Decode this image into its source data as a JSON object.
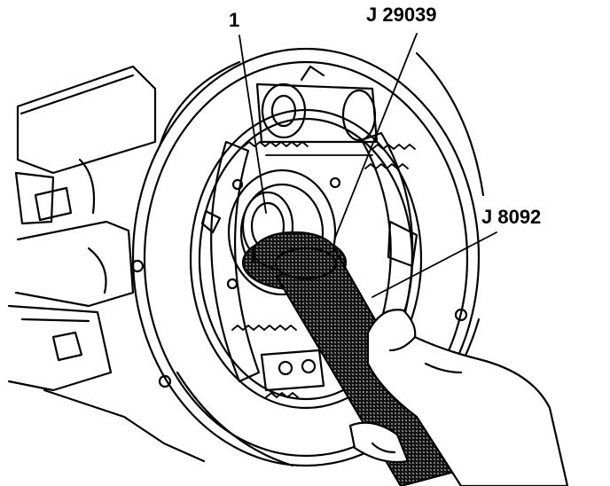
{
  "callouts": {
    "part_1": "1",
    "tool_j29039": "J 29039",
    "tool_j8092": "J 8092"
  },
  "colors": {
    "line": "#000000",
    "background": "#ffffff",
    "tool_fill": "#9a9a9a"
  }
}
